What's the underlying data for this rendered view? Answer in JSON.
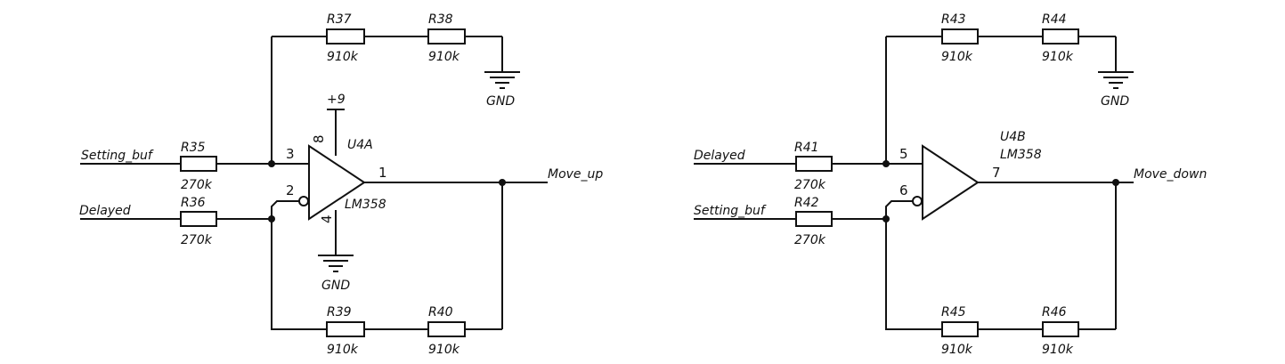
{
  "left_circuit": {
    "resistors": {
      "r35": {
        "ref": "R35",
        "value": "270k"
      },
      "r36": {
        "ref": "R36",
        "value": "270k"
      },
      "r37": {
        "ref": "R37",
        "value": "910k"
      },
      "r38": {
        "ref": "R38",
        "value": "910k"
      },
      "r39": {
        "ref": "R39",
        "value": "910k"
      },
      "r40": {
        "ref": "R40",
        "value": "910k"
      }
    },
    "opamp": {
      "ref": "U4A",
      "part": "LM358",
      "pin_plus": "3",
      "pin_minus": "2",
      "pin_out": "1",
      "pin_vcc": "8",
      "pin_gnd": "4"
    },
    "nets": {
      "input_top": "Setting_buf",
      "input_bottom": "Delayed",
      "output": "Move_up",
      "supply": "+9",
      "gnd_top": "GND",
      "gnd_bottom": "GND"
    }
  },
  "right_circuit": {
    "resistors": {
      "r41": {
        "ref": "R41",
        "value": "270k"
      },
      "r42": {
        "ref": "R42",
        "value": "270k"
      },
      "r43": {
        "ref": "R43",
        "value": "910k"
      },
      "r44": {
        "ref": "R44",
        "value": "910k"
      },
      "r45": {
        "ref": "R45",
        "value": "910k"
      },
      "r46": {
        "ref": "R46",
        "value": "910k"
      }
    },
    "opamp": {
      "ref": "U4B",
      "part": "LM358",
      "pin_plus": "5",
      "pin_minus": "6",
      "pin_out": "7"
    },
    "nets": {
      "input_top": "Delayed",
      "input_bottom": "Setting_buf",
      "output": "Move_down",
      "gnd_top": "GND"
    }
  }
}
